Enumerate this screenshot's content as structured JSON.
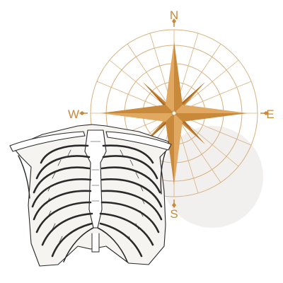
{
  "compass": {
    "north": "N",
    "east": "E",
    "south": "S",
    "west": "W",
    "color": "#c9893a",
    "ring_color": "#d8b07e"
  },
  "illustration": {
    "subject": "rib-cage",
    "ink_color": "#2a2a2a",
    "backdrop_color": "#f2f0ee"
  }
}
